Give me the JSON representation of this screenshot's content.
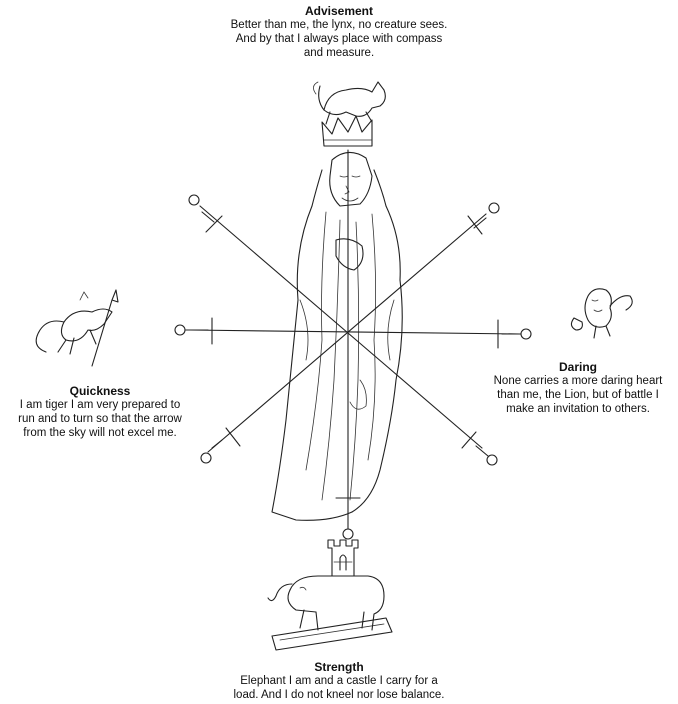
{
  "captions": {
    "top": {
      "title": "Advisement",
      "body": "Better than me, the lynx, no creature sees.\nAnd by that I always place with compass\nand measure."
    },
    "right": {
      "title": "Daring",
      "body": "None carries a more daring heart\nthan me, the Lion, but of battle I\nmake an invitation to others."
    },
    "left": {
      "title": "Quickness",
      "body": "I am tiger I am very prepared to\nrun and to turn so that the arrow\nfrom the sky will not excel me."
    },
    "bottom": {
      "title": "Strength",
      "body": "Elephant I am and a castle I carry for a\nload. And I do not kneel nor lose balance."
    }
  },
  "icons": {
    "lynx": "lynx-icon",
    "lion": "lion-icon",
    "tiger": "tiger-icon",
    "elephant": "elephant-castle-icon",
    "sword": "sword-icon",
    "figure": "robed-figure-icon"
  },
  "colors": {
    "ink": "#222222",
    "paper": "#ffffff"
  }
}
